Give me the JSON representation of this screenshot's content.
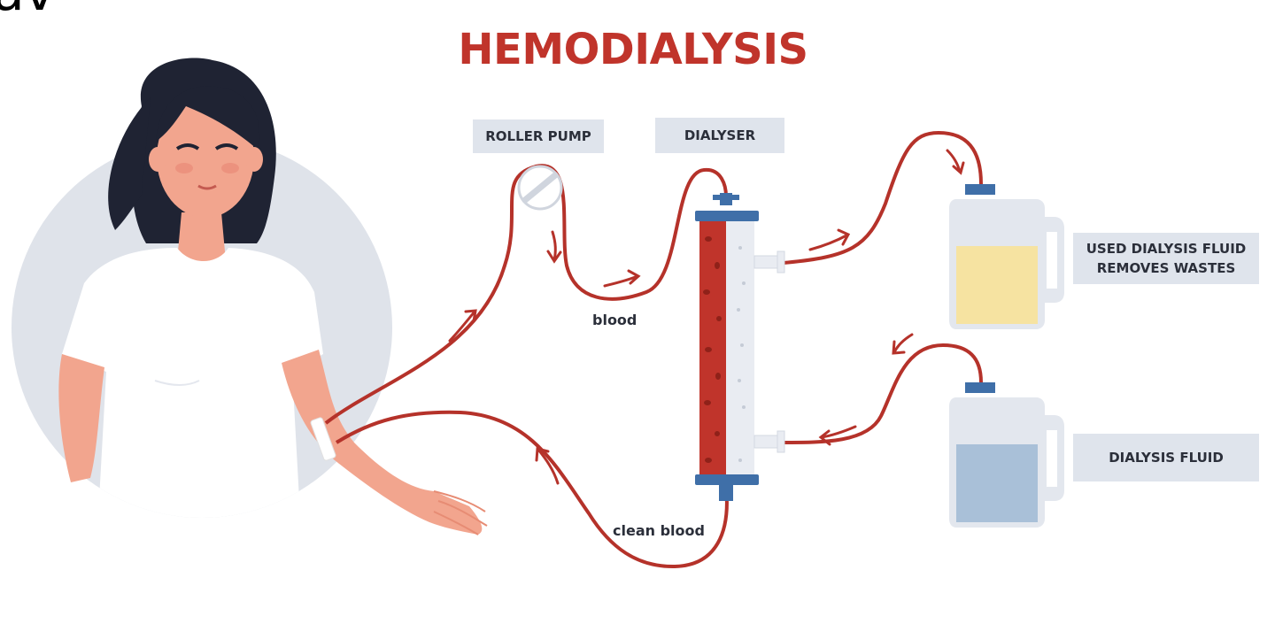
{
  "corner_text": "av",
  "title": "HEMODIALYSIS",
  "labels": {
    "roller_pump": "ROLLER PUMP",
    "dialyser": "DIALYSER",
    "used_fluid_line1": "USED DIALYSIS FLUID",
    "used_fluid_line2": "REMOVES WASTES",
    "dialysis_fluid": "DIALYSIS FLUID",
    "blood": "blood",
    "clean_blood": "clean blood"
  },
  "colors": {
    "title": "#c0342b",
    "tube": "#b5322a",
    "blood_column": "#c0342b",
    "fitting": "#3f6fa8",
    "label_box": "#dfe4ec",
    "used_fluid": "#f6e3a1",
    "clean_fluid": "#a9c0d8",
    "circle_bg": "#dfe3ea",
    "skin": "#f2a58e",
    "hair": "#1f2333"
  }
}
